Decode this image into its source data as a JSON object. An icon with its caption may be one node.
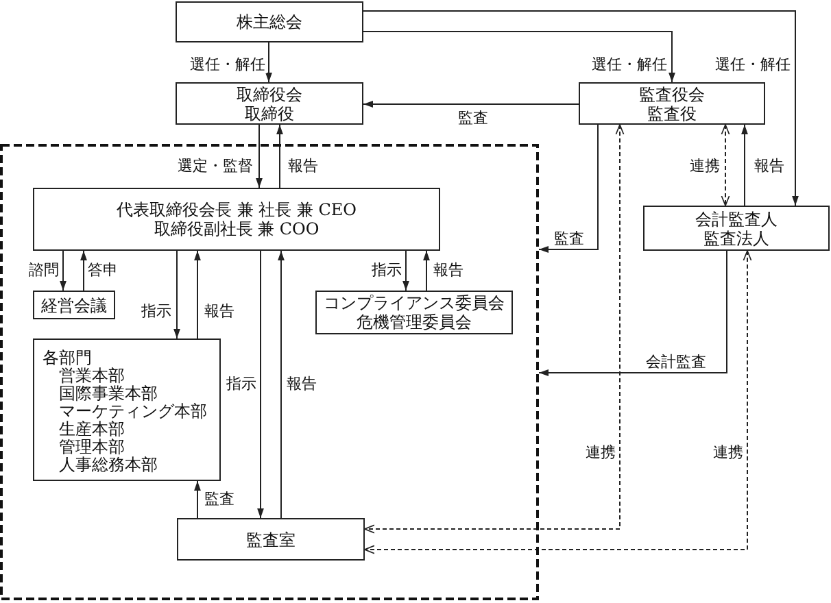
{
  "diagram": {
    "nodes": [
      {
        "text": [
          "株主総会"
        ]
      },
      {
        "text": [
          "取締役会",
          "取締役"
        ]
      },
      {
        "text": [
          "監査役会",
          "監査役"
        ]
      },
      {
        "text": [],
        "shape": "box"
      },
      {
        "text": [
          "代表取締役会長 兼 社長 兼 CEO",
          "取締役副社長 兼 COO"
        ],
        "in": 3
      },
      {
        "text": [
          "経営会議"
        ],
        "in": 3
      },
      {
        "text": [
          "コンプライアンス委員会",
          "危機管理委員会"
        ],
        "in": 3
      },
      {
        "text": [
          "各部門",
          "営業本部",
          "国際事業本部",
          "マーケティング本部",
          "生産本部",
          "管理本部",
          "人事総務本部"
        ],
        "in": 3
      },
      {
        "text": [
          "監査室"
        ],
        "in": 3
      },
      {
        "text": [
          "会計監査人",
          "監査法人"
        ]
      }
    ],
    "edges": [
      {
        "from": 0,
        "to": 1,
        "arrow": "to",
        "label": "選任・解任"
      },
      {
        "from": 0,
        "to": 2,
        "arrow": "to",
        "label": "選任・解任"
      },
      {
        "from": 0,
        "to": 9,
        "arrow": "to",
        "label": "選任・解任"
      },
      {
        "from": 2,
        "to": 1,
        "arrow": "to",
        "label": "監査"
      },
      {
        "from": 1,
        "to": 4,
        "arrow": "to",
        "label": "選定・監督"
      },
      {
        "from": 4,
        "to": 1,
        "arrow": "to",
        "label": "報告"
      },
      {
        "from": 2,
        "to": 3,
        "arrow": "to",
        "label": "監査"
      },
      {
        "from": 2,
        "to": 9,
        "arrow": "both",
        "label": "連携",
        "style": "dashed"
      },
      {
        "from": 9,
        "to": 2,
        "arrow": "to",
        "label": "報告"
      },
      {
        "from": 9,
        "to": 3,
        "arrow": "to",
        "label": "会計監査"
      },
      {
        "from": 2,
        "to": 8,
        "arrow": "both",
        "label": "連携",
        "style": "dashed"
      },
      {
        "from": 9,
        "to": 8,
        "arrow": "both",
        "label": "連携",
        "style": "dashed"
      },
      {
        "from": 4,
        "to": 5,
        "arrow": "to",
        "label": "諮問"
      },
      {
        "from": 5,
        "to": 4,
        "arrow": "to",
        "label": "答申"
      },
      {
        "from": 4,
        "to": 7,
        "arrow": "to",
        "label": "指示"
      },
      {
        "from": 7,
        "to": 4,
        "arrow": "to",
        "label": "報告"
      },
      {
        "from": 4,
        "to": 8,
        "arrow": "to",
        "label": "指示"
      },
      {
        "from": 8,
        "to": 4,
        "arrow": "to",
        "label": "報告"
      },
      {
        "from": 4,
        "to": 6,
        "arrow": "to",
        "label": "指示"
      },
      {
        "from": 6,
        "to": 4,
        "arrow": "to",
        "label": "報告"
      },
      {
        "from": 8,
        "to": 7,
        "arrow": "to",
        "label": "監査"
      }
    ]
  }
}
